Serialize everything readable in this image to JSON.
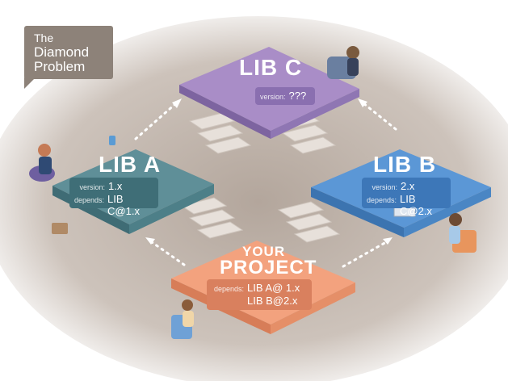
{
  "title": {
    "line1": "The",
    "line2": "Diamond",
    "line3": "Problem"
  },
  "lib_c": {
    "name": "LIB C",
    "version_key": "version:",
    "version_val": "???"
  },
  "lib_a": {
    "name": "LIB A",
    "version_key": "version:",
    "version_val": "1.x",
    "depends_key": "depends:",
    "depends_val": "LIB C@1.x"
  },
  "lib_b": {
    "name": "LIB B",
    "version_key": "version:",
    "version_val": "2.x",
    "depends_key": "depends:",
    "depends_val": "LIB C@2.x"
  },
  "project": {
    "line1": "YOUR",
    "line2": "PROJECT",
    "depends_key": "depends:",
    "dep1": "LIB A@ 1.x",
    "dep2": "LIB B@2.x"
  },
  "colors": {
    "lib_c": "#a98dc7",
    "lib_a": "#5f8f98",
    "lib_b": "#5b97d6",
    "project": "#f3a27e",
    "floor": "#b9aca3"
  }
}
